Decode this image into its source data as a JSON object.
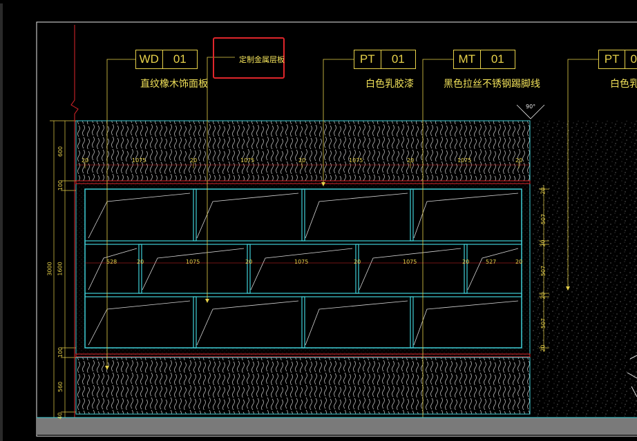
{
  "tags": [
    {
      "code": "WD",
      "num": "01",
      "desc": "直纹橡木饰面板"
    },
    {
      "code": "PT",
      "num": "01",
      "desc": "白色乳胶漆"
    },
    {
      "code": "MT",
      "num": "01",
      "desc": "黑色拉丝不锈钢踢脚线"
    },
    {
      "code": "PT",
      "num": "0",
      "desc": "白色乳胶"
    }
  ],
  "callout": {
    "label": "定制金属层板"
  },
  "angle": "90°",
  "top_dims": [
    "20",
    "1075",
    "20",
    "1075",
    "20",
    "1075",
    "20",
    "1075",
    "20"
  ],
  "mid_dims": [
    "528",
    "20",
    "1075",
    "20",
    "1075",
    "20",
    "1075",
    "20",
    "527",
    "20"
  ],
  "left_dims": [
    "600",
    "100",
    "1600",
    "100",
    "560",
    "40"
  ],
  "total_height": "3000",
  "right_dims": [
    "20",
    "507",
    "20",
    "507",
    "20",
    "507",
    "20"
  ],
  "colors": {
    "cyan": "#3fd0d8",
    "yellow": "#e8d24a",
    "red": "#e0262b",
    "wood": "#f0f0f0"
  }
}
